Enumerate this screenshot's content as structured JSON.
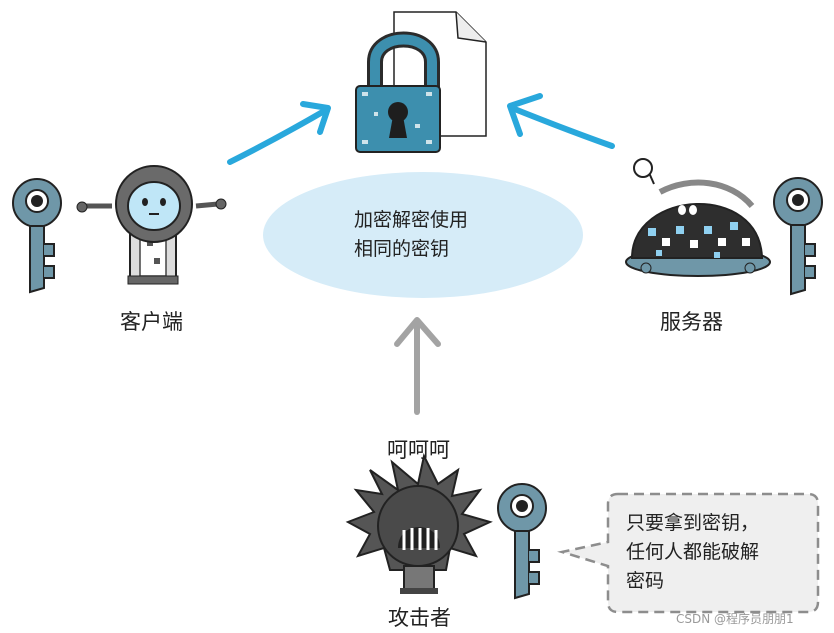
{
  "center": {
    "lines": [
      "加密解密使用",
      "相同的密钥"
    ]
  },
  "client": {
    "label": "客户端"
  },
  "server": {
    "label": "服务器"
  },
  "attacker": {
    "label": "攻击者",
    "laugh": "呵呵呵",
    "speech_lines": [
      "只要拿到密钥，",
      "任何人都能破解",
      "密码"
    ]
  },
  "watermark": "CSDN @程序员朋朋1",
  "colors": {
    "arrow_blue": "#29a8dc",
    "arrow_gray": "#a3a3a3",
    "ellipse_fill": "#d6ecf8",
    "key_fill": "#6f97a8",
    "lock_fill": "#3d8fae",
    "bubble_border": "#8d8d8d",
    "bubble_fill": "#efefef"
  },
  "icons": [
    "padlock-icon",
    "document-icon",
    "key-icon",
    "robot-icon",
    "server-bug-icon",
    "spiky-attacker-icon"
  ]
}
